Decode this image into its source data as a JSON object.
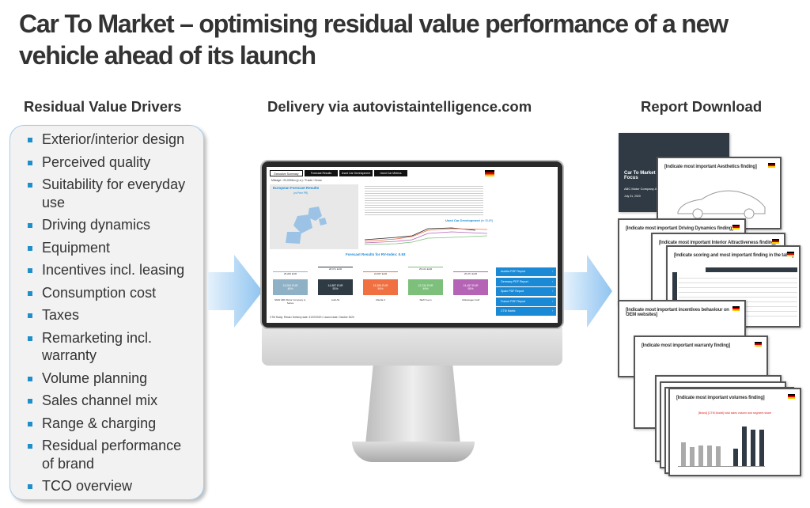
{
  "title": "Car To Market – optimising residual value performance of a new vehicle ahead of its launch",
  "headings": {
    "drivers": "Residual Value Drivers",
    "delivery": "Delivery via autovistaintelligence.com",
    "download": "Report Download"
  },
  "drivers": [
    "Exterior/interior design",
    "Perceived quality",
    "Suitability for everyday use",
    "Driving dynamics",
    "Equipment",
    "Incentives incl. leasing",
    "Consumption cost",
    "Taxes",
    "Remarketing incl. warranty",
    "Volume planning",
    "Sales channel mix",
    "Range & charging",
    "Residual performance of brand",
    "TCO overview"
  ],
  "colors": {
    "accent": "#1f8fc9",
    "arrow": "#a9d3f5",
    "button": "#1b8ad6"
  },
  "dashboard": {
    "tabs": [
      "Executive Summary",
      "Forecast Results",
      "Used Car Development",
      "Used Car Metrics"
    ],
    "filter": "Mileage / 20,000km (p.a.) / Trade / Gross",
    "map_title": "European Forecast Results",
    "map_sub": "(vs Peer PR)",
    "chart_title": "Used Car Development",
    "chart_sub": "(in EUR)",
    "forecast_title": "Forecast Results for RV-Index: 0.93",
    "models": [
      {
        "price": "25,200 EUR",
        "value": "13,000 EUR",
        "pct": "48%",
        "name": "NEW ABC Motor Company A-Series",
        "color": "#8fb1c6"
      },
      {
        "price": "28,071 EUR",
        "value": "14,887 EUR",
        "pct": "53%",
        "name": "Audi A3",
        "color": "#2e3a44"
      },
      {
        "price": "24,837 EUR",
        "value": "13,350 EUR",
        "pct": "54%",
        "name": "Mazda 3",
        "color": "#f07041"
      },
      {
        "price": "25,101 EUR",
        "value": "12,310 EUR",
        "pct": "49%",
        "name": "SEAT Leon",
        "color": "#7cc07c"
      },
      {
        "price": "26,071 EUR",
        "value": "14,457 EUR",
        "pct": "55%",
        "name": "Volkswagen Golf",
        "color": "#b564b5"
      }
    ],
    "reports": [
      "Austria PDF Report",
      "Germany PDF Report",
      "Spain PDF Report",
      "France PDF Report",
      "CTM Matrix"
    ],
    "footer": "CTM Study: Fiesta / Delivery date: 31/07/2020 / Launch date: October 2020"
  },
  "reports": {
    "cover_title": "Car To Market A Focus",
    "cover_company": "ABC Motor Company A.S",
    "cover_date": "July 31, 2020",
    "pages": [
      "[Indicate most important Aesthetics finding]",
      "[Indicate most important Driving Dynamics finding]",
      "[Indicate most important Interior Attractiveness finding]",
      "[Indicate scoring and most important finding in the table]",
      "[Indicate most important incentives behaviour on OEM websites]",
      "[Indicate most important warranty finding]",
      "[Indicate most important volumes finding]"
    ],
    "volumes_chart_title": "[Brand] [CTM Model] total sales volume and segment share"
  }
}
